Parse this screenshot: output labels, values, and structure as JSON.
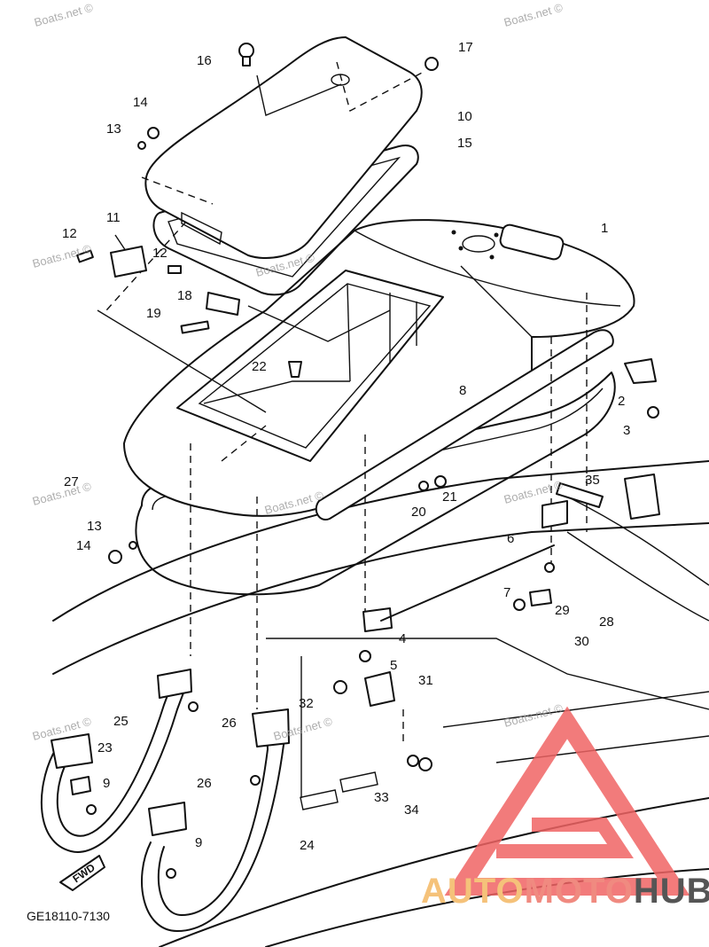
{
  "diagram": {
    "code": "GE18110-7130",
    "fwd_label": "FWD",
    "watermark_text": "Boats.net ©",
    "brand": {
      "part1": "AUTO",
      "part2": "MOTO",
      "part3": "HUB",
      "color1": "#f5c27a",
      "color2": "#f08a80",
      "color3": "#555555",
      "logo_color": "#f06464"
    },
    "labels": [
      {
        "id": "1",
        "text": "1"
      },
      {
        "id": "2",
        "text": "2"
      },
      {
        "id": "3",
        "text": "3"
      },
      {
        "id": "4",
        "text": "4"
      },
      {
        "id": "5",
        "text": "5"
      },
      {
        "id": "6",
        "text": "6"
      },
      {
        "id": "7",
        "text": "7"
      },
      {
        "id": "8",
        "text": "8"
      },
      {
        "id": "9a",
        "text": "9"
      },
      {
        "id": "9b",
        "text": "9"
      },
      {
        "id": "10",
        "text": "10"
      },
      {
        "id": "11",
        "text": "11"
      },
      {
        "id": "12a",
        "text": "12"
      },
      {
        "id": "12b",
        "text": "12"
      },
      {
        "id": "13a",
        "text": "13"
      },
      {
        "id": "13b",
        "text": "13"
      },
      {
        "id": "14a",
        "text": "14"
      },
      {
        "id": "14b",
        "text": "14"
      },
      {
        "id": "15",
        "text": "15"
      },
      {
        "id": "16",
        "text": "16"
      },
      {
        "id": "17",
        "text": "17"
      },
      {
        "id": "18",
        "text": "18"
      },
      {
        "id": "19",
        "text": "19"
      },
      {
        "id": "20",
        "text": "20"
      },
      {
        "id": "21",
        "text": "21"
      },
      {
        "id": "22",
        "text": "22"
      },
      {
        "id": "23",
        "text": "23"
      },
      {
        "id": "24",
        "text": "24"
      },
      {
        "id": "25",
        "text": "25"
      },
      {
        "id": "26a",
        "text": "26"
      },
      {
        "id": "26b",
        "text": "26"
      },
      {
        "id": "27",
        "text": "27"
      },
      {
        "id": "28",
        "text": "28"
      },
      {
        "id": "29",
        "text": "29"
      },
      {
        "id": "30",
        "text": "30"
      },
      {
        "id": "31",
        "text": "31"
      },
      {
        "id": "32",
        "text": "32"
      },
      {
        "id": "33",
        "text": "33"
      },
      {
        "id": "34",
        "text": "34"
      },
      {
        "id": "35",
        "text": "35"
      }
    ]
  }
}
